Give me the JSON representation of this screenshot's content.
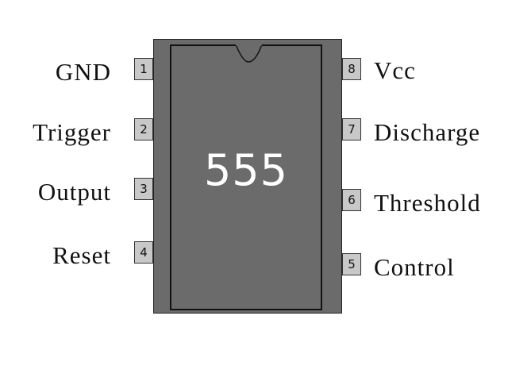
{
  "chip": {
    "label": "555",
    "body_color": "#6b6b6b",
    "pin_color": "#c8c8c8",
    "label_color": "#ffffff"
  },
  "pins": {
    "p1": {
      "number": "1",
      "name": "GND"
    },
    "p2": {
      "number": "2",
      "name": "Trigger"
    },
    "p3": {
      "number": "3",
      "name": "Output"
    },
    "p4": {
      "number": "4",
      "name": "Reset"
    },
    "p5": {
      "number": "5",
      "name": "Control"
    },
    "p6": {
      "number": "6",
      "name": "Threshold"
    },
    "p7": {
      "number": "7",
      "name": "Discharge"
    },
    "p8": {
      "number": "8",
      "name": "Vcc"
    }
  }
}
